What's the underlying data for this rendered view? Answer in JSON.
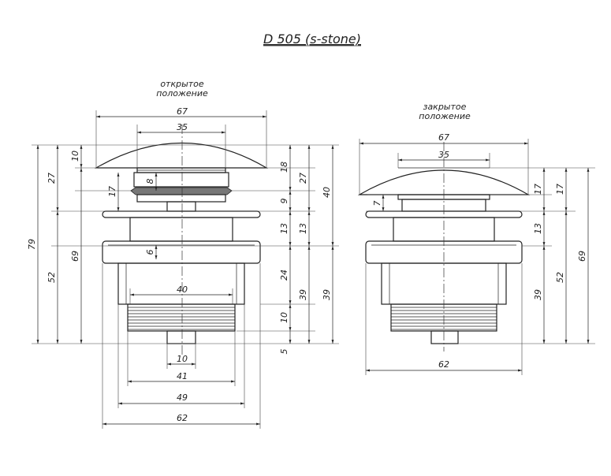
{
  "title": "D 505 (s-stone)",
  "open_view": {
    "caption_line1": "открытое",
    "caption_line2": "положение",
    "dims": {
      "d67": "67",
      "d35": "35",
      "d40": "40",
      "d10_stem": "10",
      "d41": "41",
      "d49": "49",
      "d62": "62",
      "h79": "79",
      "h52": "52",
      "h69": "69",
      "h27": "27",
      "h10": "10",
      "h17": "17",
      "h8": "8",
      "h6": "6",
      "r18": "18",
      "r9": "9",
      "r13a": "13",
      "r24": "24",
      "r10": "10",
      "r5": "5",
      "r27": "27",
      "r13b": "13",
      "r39a": "39",
      "r40": "40",
      "r39b": "39"
    }
  },
  "closed_view": {
    "caption_line1": "закрытое",
    "caption_line2": "положение",
    "dims": {
      "d67": "67",
      "d35": "35",
      "d62": "62",
      "h7": "7",
      "r17a": "17",
      "r13": "13",
      "r39": "39",
      "r17b": "17",
      "r52": "52",
      "r69": "69"
    }
  }
}
